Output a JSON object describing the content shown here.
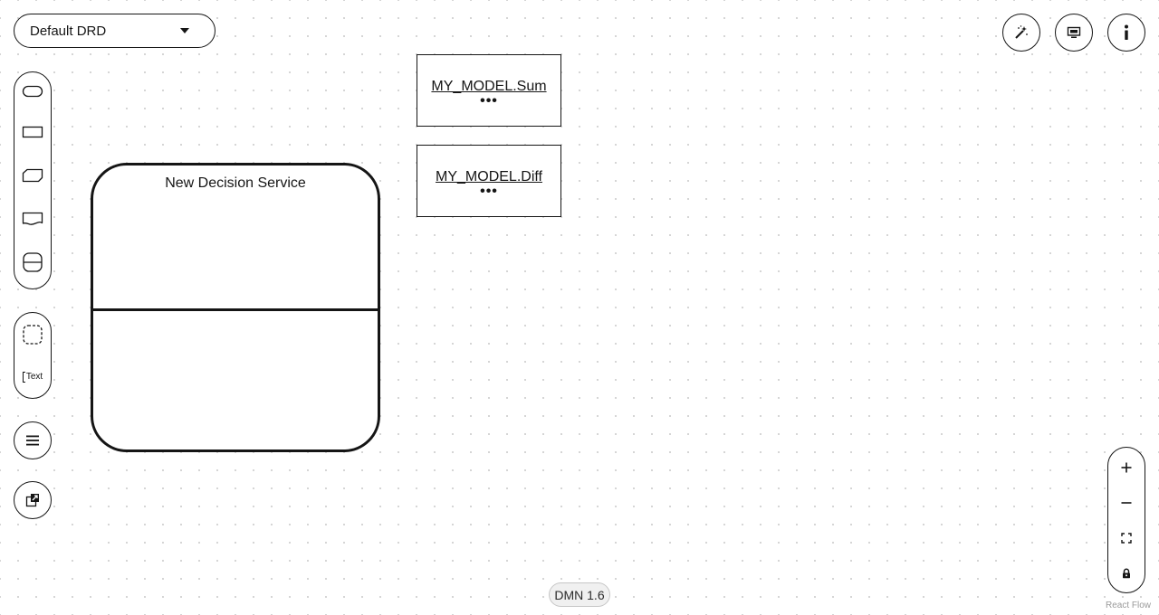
{
  "drd_selector": {
    "selected": "Default DRD"
  },
  "palette": {
    "shapes": [
      {
        "name": "input-data-icon"
      },
      {
        "name": "decision-icon"
      },
      {
        "name": "business-knowledge-model-icon"
      },
      {
        "name": "knowledge-source-icon"
      },
      {
        "name": "decision-service-icon"
      }
    ],
    "group_tool": "group-icon",
    "text_annotation_label": "Text"
  },
  "decision_service": {
    "title": "New Decision Service"
  },
  "nodes": [
    {
      "name": "MY_MODEL.Sum",
      "menu": "•••"
    },
    {
      "name": "MY_MODEL.Diff",
      "menu": "•••"
    }
  ],
  "top_right": {
    "autolayout_icon": "magic-wand-icon",
    "overlays_icon": "screen-icon",
    "info_icon": "info-icon"
  },
  "zoom": {
    "zoom_in": "+",
    "zoom_out": "−"
  },
  "footer": {
    "dmn_version": "DMN 1.6",
    "attribution": "React Flow"
  }
}
